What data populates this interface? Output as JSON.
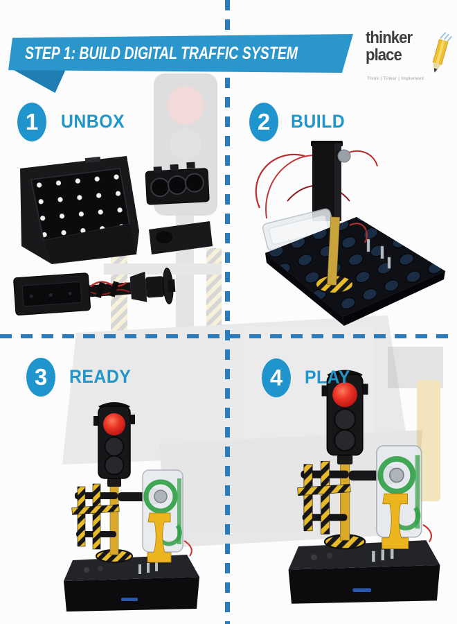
{
  "banner": {
    "text": "STEP 1: BUILD DIGITAL TRAFFIC SYSTEM"
  },
  "logo": {
    "name_line1": "thinker",
    "name_line2": "place",
    "tagline": "Think | Tinker | Implement"
  },
  "steps": [
    {
      "number": "1",
      "label": "UNBOX"
    },
    {
      "number": "2",
      "label": "BUILD"
    },
    {
      "number": "3",
      "label": "READY"
    },
    {
      "number": "4",
      "label": "PLAY"
    }
  ],
  "colors": {
    "banner_blue": "#2B96CB",
    "badge_blue": "#2095CD",
    "divider_blue": "#2B7CBC",
    "logo_text_gray": "#3D3D3D",
    "pencil_yellow": "#EFBF2F",
    "traffic_red": "#D42020",
    "gear_green": "#2F9E44",
    "hazard_yellow": "#E7BB2A",
    "background": "#FCFCFC"
  }
}
